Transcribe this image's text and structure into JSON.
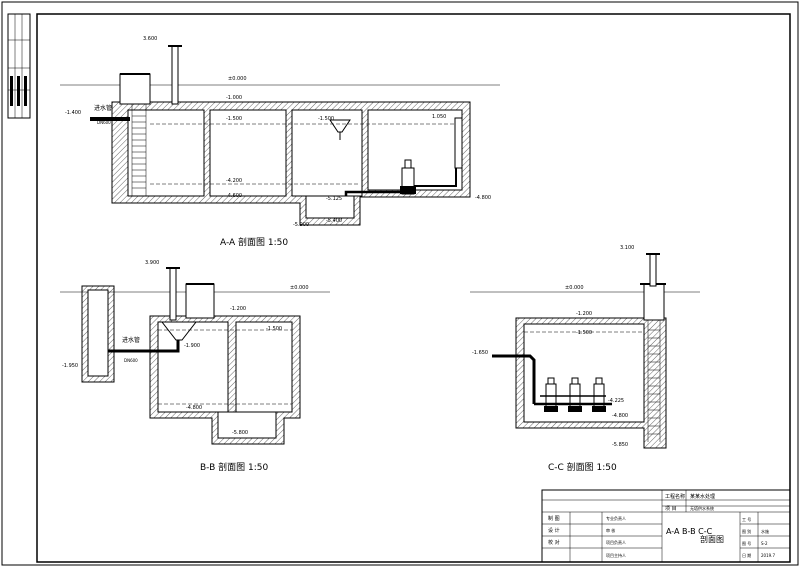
{
  "sections": {
    "aa_title": "A-A 剖面图 1:50",
    "bb_title": "B-B 剖面图 1:50",
    "cc_title": "C-C 剖面图 1:50"
  },
  "aa": {
    "ground": "±0.000",
    "top1": "3.600",
    "inlet_label": "进水管",
    "inlet_dn": "DN600",
    "in_level": "-1.400",
    "l1": "-1.000",
    "l2": "-1.500",
    "l3": "-1.500",
    "l4": "-4.200",
    "l5": "-4.600",
    "l6": "-5.125",
    "l7": "-5.400",
    "l8": "-5.900",
    "r1": "1.050",
    "r2": "-4.800"
  },
  "bb": {
    "ground": "±0.000",
    "top": "3.900",
    "left": "-1.950",
    "pipe": "进水管",
    "dn": "DN600",
    "l1": "-1.200",
    "l2": "-1.500",
    "l3": "-1.900",
    "l4": "-4.800",
    "l5": "-5.800"
  },
  "cc": {
    "ground": "±0.000",
    "top": "3.100",
    "left": "-1.650",
    "l1": "-1.200",
    "l2": "-1.500",
    "l3": "-4.225",
    "l4": "-4.800",
    "l5": "-5.850"
  },
  "titleblock": {
    "project_label": "工程名称",
    "project_value": "某某水处理",
    "item_label": "项 目",
    "item_value": "无塔供水系统",
    "row1a": "制 图",
    "row1b": "专业负责人",
    "row2a": "设 计",
    "row2b": "审 核",
    "row3a": "校 对",
    "row3b": "项目负责人",
    "row4b": "项目主持人",
    "drawing_codes": "A-A B-B C-C",
    "drawing_name": "剖面图",
    "k1": "工 号",
    "k2": "图 别",
    "v2": "水施",
    "k3": "图 号",
    "v3": "S-2",
    "k4": "日 期",
    "v4": "2019.7"
  }
}
